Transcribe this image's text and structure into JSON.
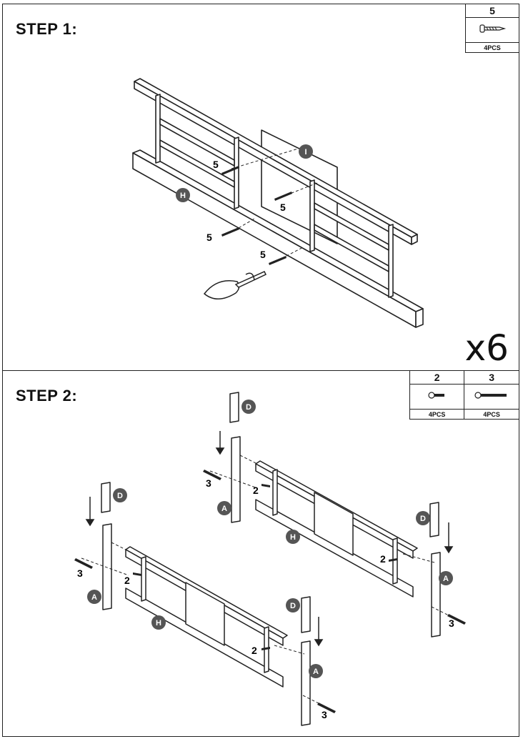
{
  "step1": {
    "title": "STEP 1:",
    "parts": [
      {
        "number": "5",
        "quantity": "4PCS",
        "icon": "screw-icon"
      }
    ],
    "multiplier": "x6",
    "callouts": [
      "5",
      "5",
      "5",
      "5"
    ],
    "badges": [
      "I",
      "H"
    ]
  },
  "step2": {
    "title": "STEP 2:",
    "parts": [
      {
        "number": "2",
        "quantity": "4PCS",
        "icon": "short-bolt-icon"
      },
      {
        "number": "3",
        "quantity": "4PCS",
        "icon": "long-bolt-icon"
      }
    ],
    "callouts": [
      "3",
      "2",
      "2",
      "3",
      "3",
      "2",
      "2",
      "3"
    ],
    "badges": [
      "D",
      "A",
      "H",
      "D",
      "A",
      "D",
      "A",
      "H",
      "D",
      "A"
    ]
  }
}
